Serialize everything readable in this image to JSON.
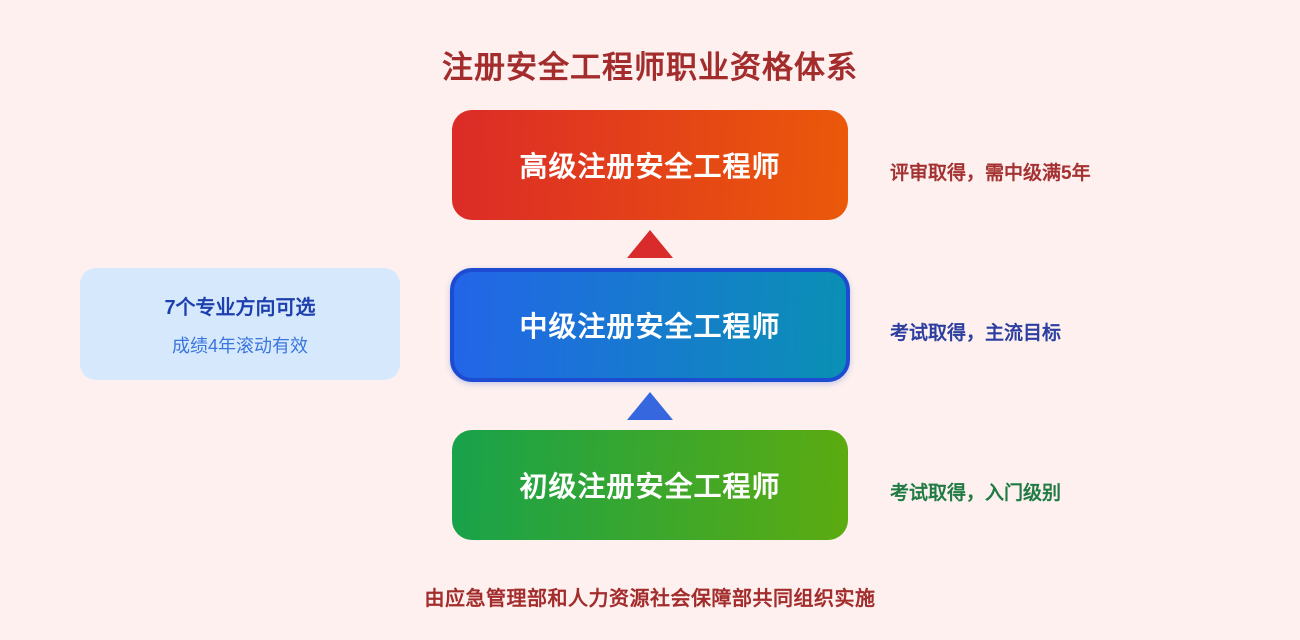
{
  "page": {
    "background_color": "#fdf0ee"
  },
  "title": {
    "text": "注册安全工程师职业资格体系",
    "color": "#a32c2c"
  },
  "levels": [
    {
      "id": "senior",
      "label": "高级注册安全工程师",
      "note": "评审取得，需中级满5年",
      "gradient_start": "#dc2b28",
      "gradient_end": "#eb5909",
      "note_color": "#a53232",
      "text_color": "#ffffff"
    },
    {
      "id": "intermediate",
      "label": "中级注册安全工程师",
      "note": "考试取得，主流目标",
      "gradient_start": "#2365e8",
      "gradient_end": "#0a90b4",
      "border_color": "#1d4bd2",
      "note_color": "#2c3fa0",
      "text_color": "#ffffff"
    },
    {
      "id": "junior",
      "label": "初级注册安全工程师",
      "note": "考试取得，入门级别",
      "gradient_start": "#18a24b",
      "gradient_end": "#5cab10",
      "note_color": "#207a44",
      "text_color": "#ffffff"
    }
  ],
  "arrows": [
    {
      "id": "junior-to-intermediate",
      "direction": "up",
      "color": "#3667de"
    },
    {
      "id": "intermediate-to-senior",
      "direction": "up",
      "color": "#d92b2b"
    }
  ],
  "info_box": {
    "line1": "7个专业方向可选",
    "line2": "成绩4年滚动有效",
    "background_color": "#d6e8fc",
    "line1_color": "#1e40af",
    "line2_color": "#3b76dd"
  },
  "footer": {
    "text": "由应急管理部和人力资源社会保障部共同组织实施",
    "color": "#a32c2c"
  }
}
